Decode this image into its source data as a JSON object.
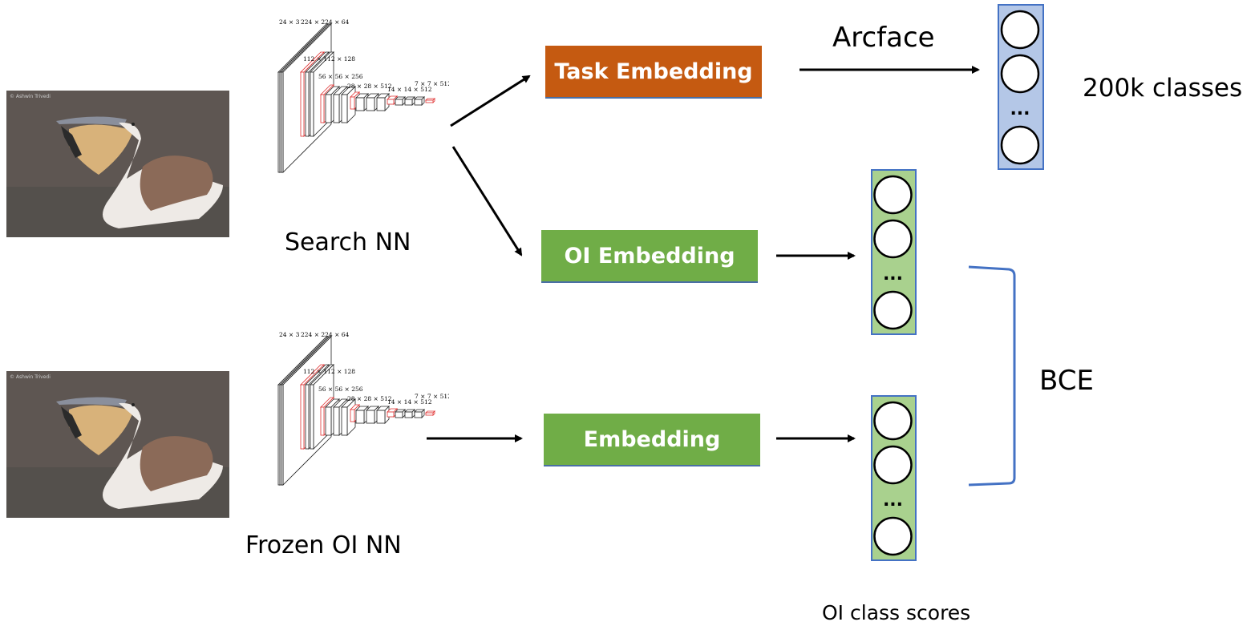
{
  "photo": {
    "watermark": "© Ashwin Trivedi"
  },
  "cnn": {
    "labels": [
      "24 × 3",
      "224 × 224 × 64",
      "112 × 112 × 128",
      "56 × 56 × 256",
      "28 × 28 × 512",
      "14 × 14 × 512",
      "7 × 7 × 512"
    ]
  },
  "labels": {
    "search_nn": "Search NN",
    "frozen_oi_nn": "Frozen OI NN",
    "arcface": "Arcface",
    "classes": "200k classes",
    "bce": "BCE",
    "oi_class_scores": "OI class scores",
    "ellipsis": "..."
  },
  "boxes": {
    "task_embedding": "Task Embedding",
    "oi_embedding": "OI Embedding",
    "embedding": "Embedding"
  },
  "colors": {
    "task_embedding": "#c55a11",
    "embedding": "#70ad47",
    "arcface_vector": "#b4c7e7",
    "vector_border": "#4472c4",
    "oi_vector": "#a9d18e",
    "bracket": "#4472c4"
  }
}
